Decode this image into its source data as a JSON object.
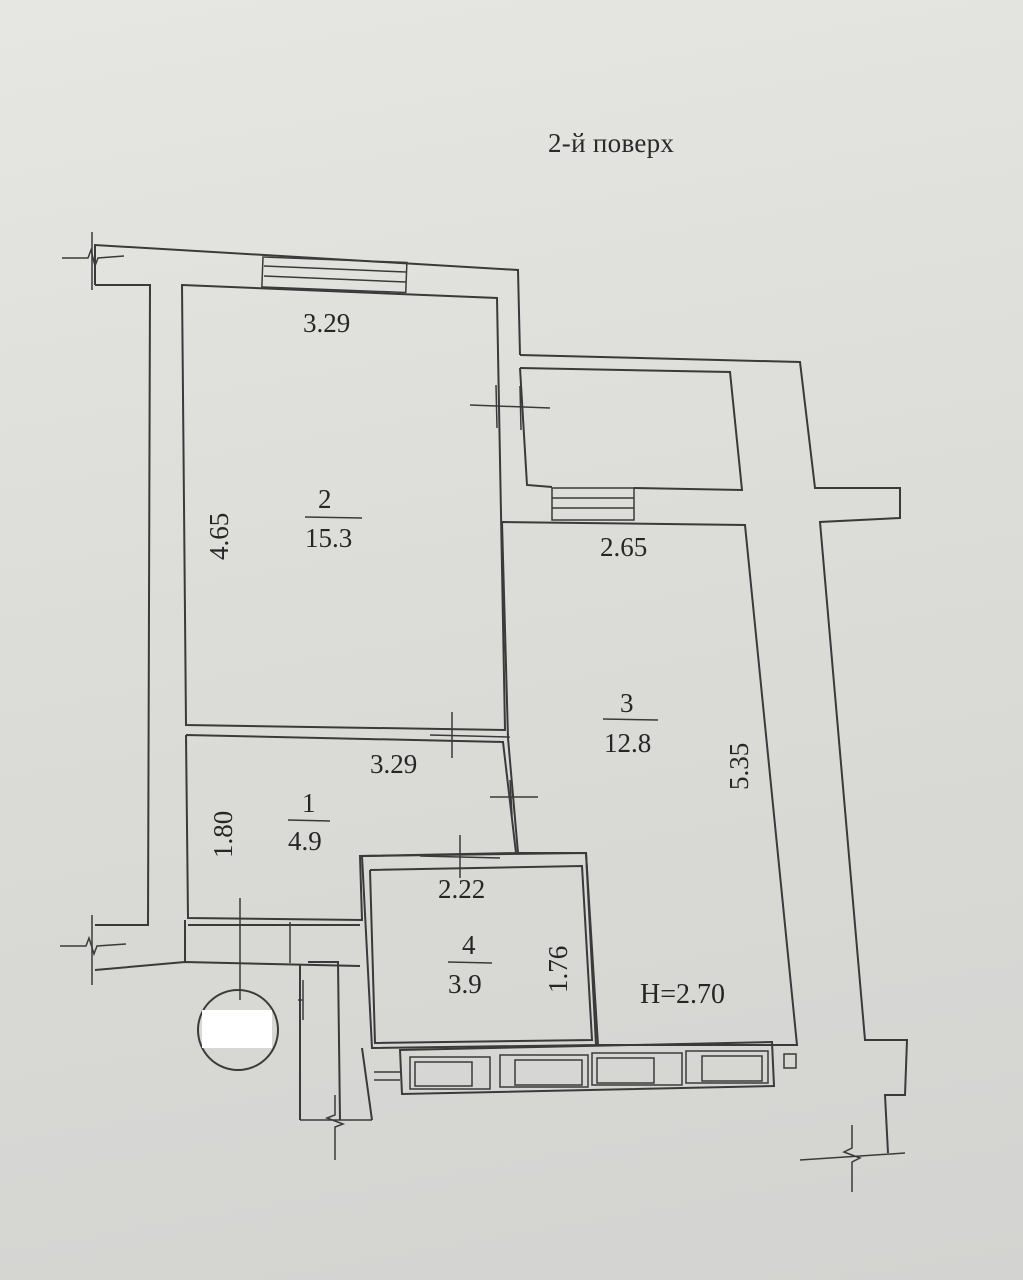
{
  "floor_label": "2-й поверх",
  "rooms": [
    {
      "number": "1",
      "area": "4.9",
      "width": "3.29",
      "length": "1.80"
    },
    {
      "number": "2",
      "area": "15.3",
      "width": "3.29",
      "length": "4.65"
    },
    {
      "number": "3",
      "area": "12.8",
      "width": "2.65",
      "length": "5.35"
    },
    {
      "number": "4",
      "area": "3.9",
      "width": "2.22",
      "length": "1.76"
    }
  ],
  "ceiling_height": "H=2.70",
  "colors": {
    "paper": "#dcdcd9",
    "ink": "#3a3a3a",
    "redaction": "#ffffff"
  }
}
